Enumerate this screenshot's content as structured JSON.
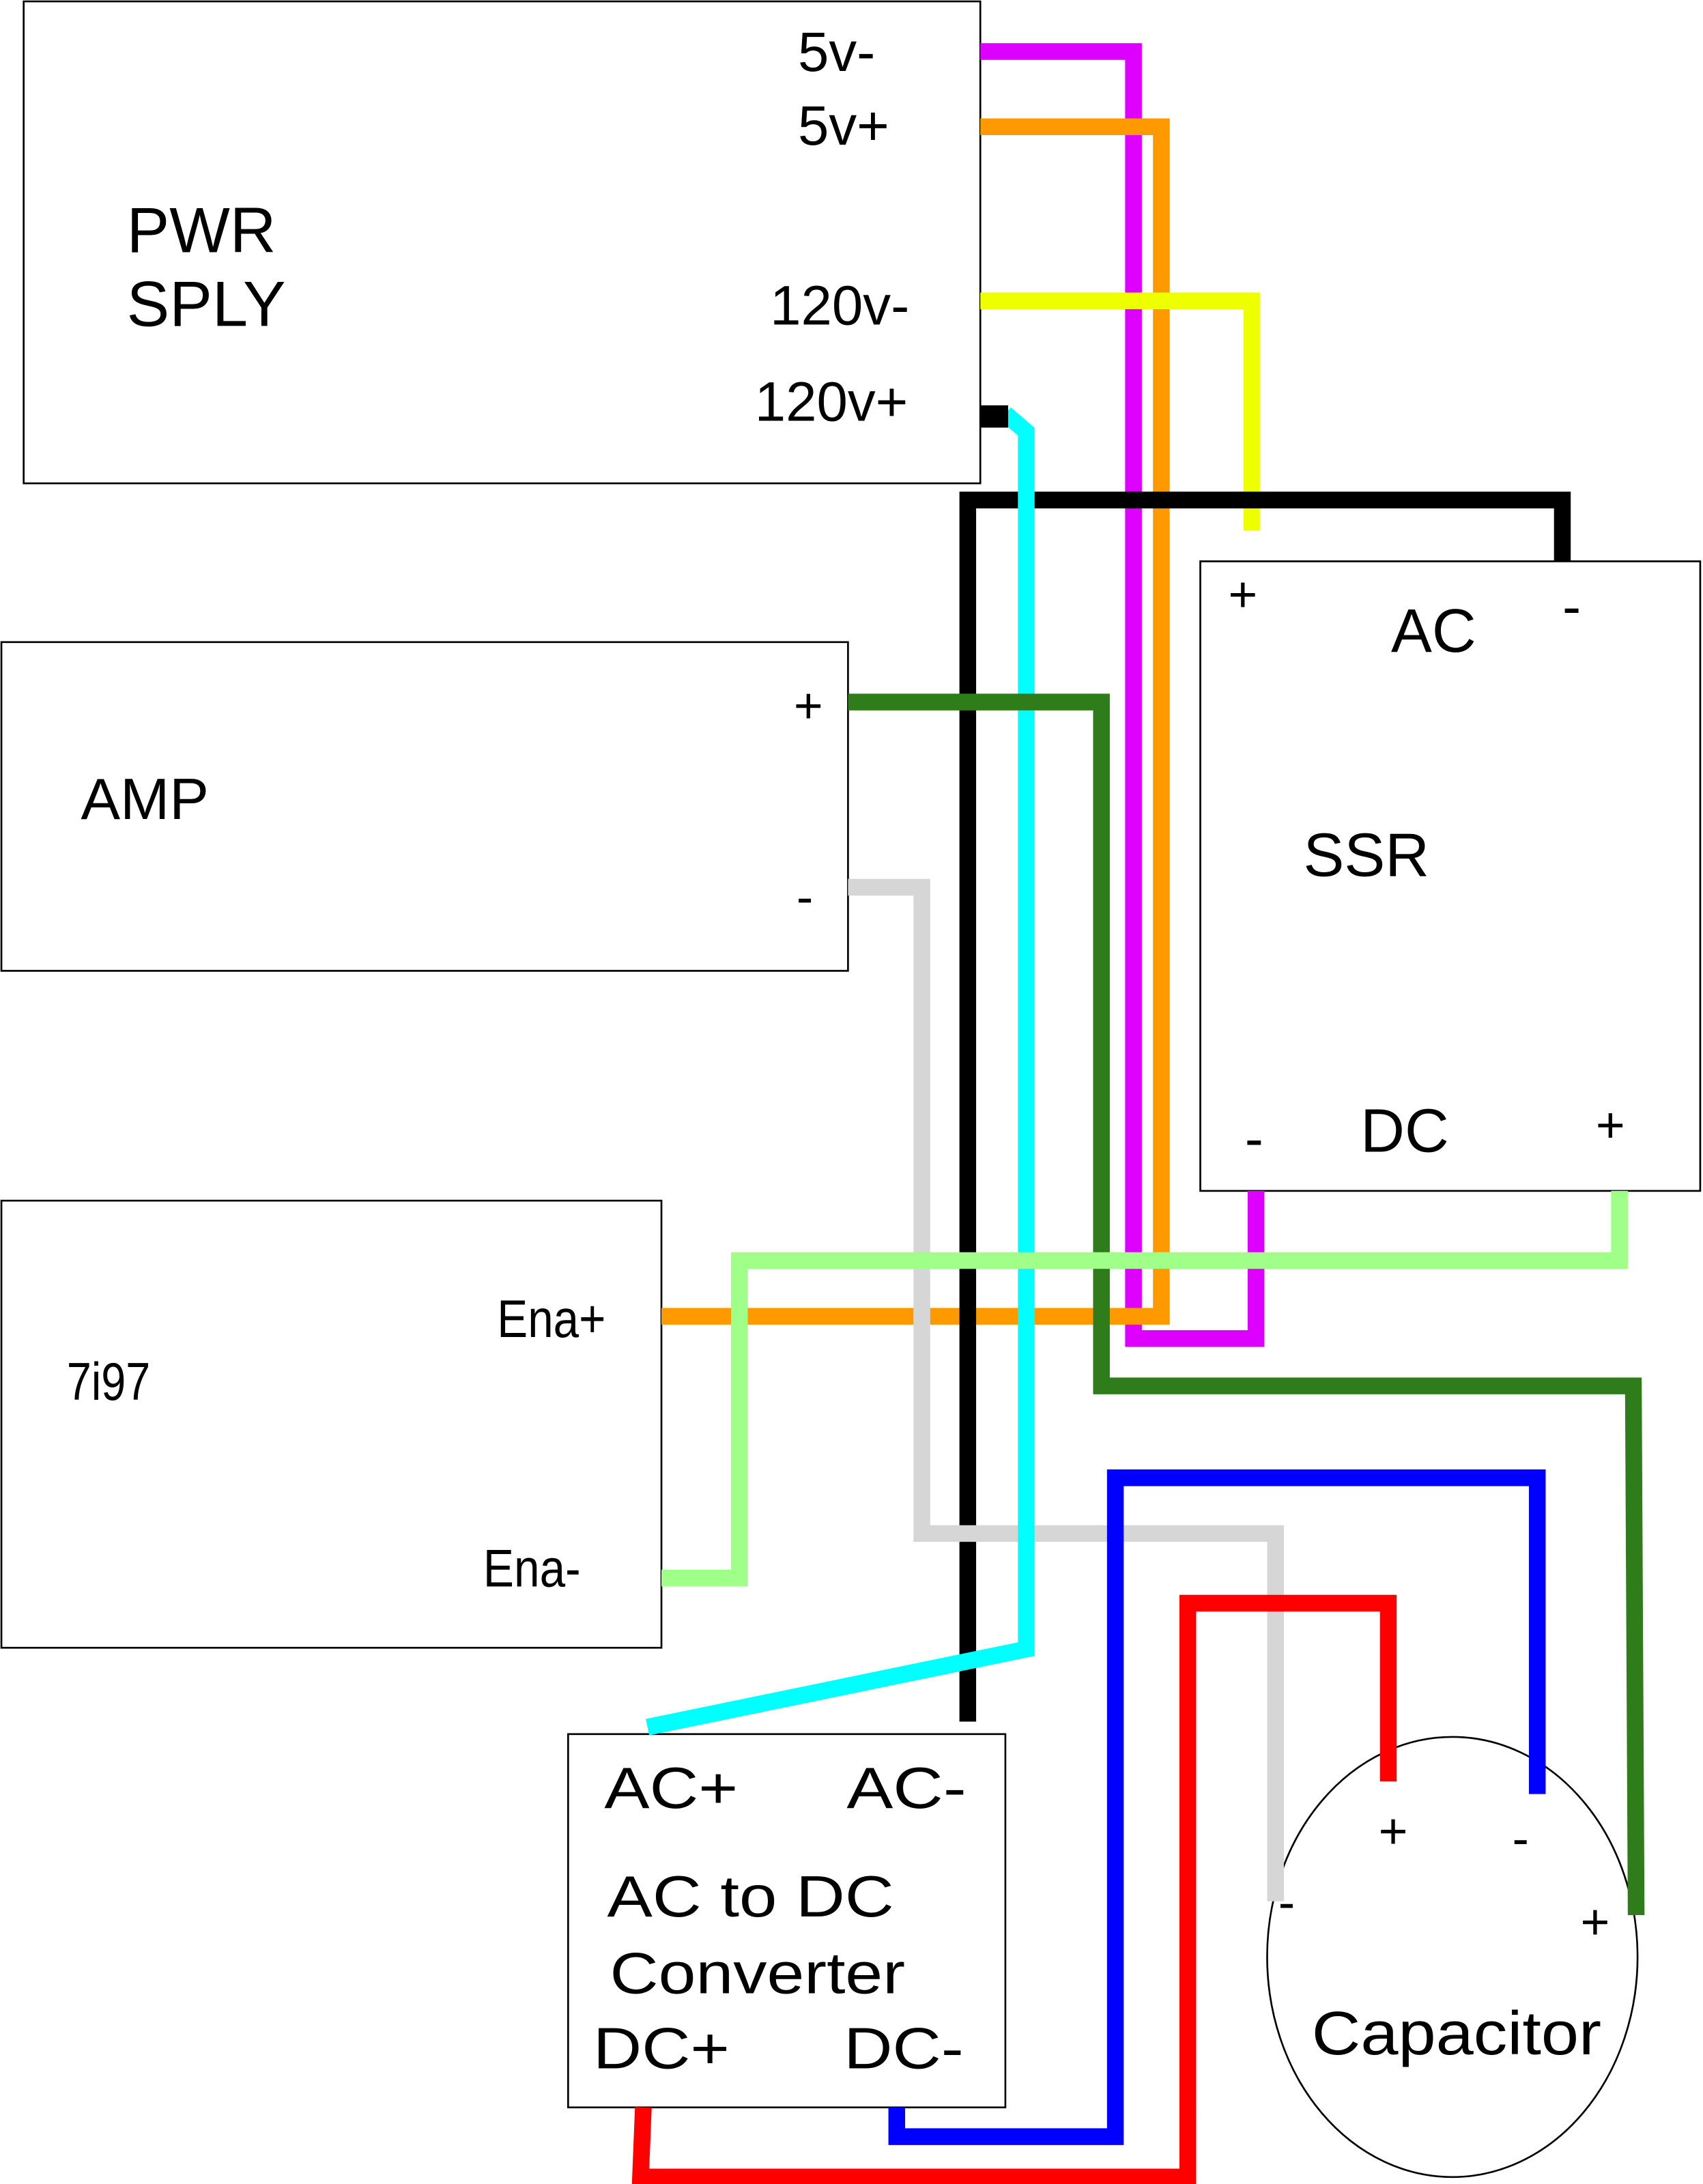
{
  "diagram": {
    "components": {
      "power_supply": {
        "title_line1": "PWR",
        "title_line2": "SPLY",
        "terminals": [
          "5v-",
          "5v+",
          "120v-",
          "120v+"
        ]
      },
      "amp": {
        "title": "AMP",
        "terminals": [
          "+",
          "-"
        ]
      },
      "controller": {
        "title": "7i97",
        "terminals": [
          "Ena+",
          "Ena-"
        ]
      },
      "ssr": {
        "title": "SSR",
        "ac_label": "AC",
        "dc_label": "DC",
        "ac_plus": "+",
        "ac_minus": "-",
        "dc_minus": "-",
        "dc_plus": "+"
      },
      "converter": {
        "title_line1": "AC to DC",
        "title_line2": "Converter",
        "terminals": [
          "AC+",
          "AC-",
          "DC+",
          "DC-"
        ]
      },
      "capacitor": {
        "title": "Capacitor",
        "terminals": [
          "+",
          "-",
          "-",
          "+"
        ]
      }
    },
    "wires": [
      {
        "name": "5v-neg",
        "color": "#dd00ff",
        "from": "PWR SPLY 5v-",
        "to": "SSR DC -"
      },
      {
        "name": "5v-pos",
        "color": "#ff9900",
        "from": "PWR SPLY 5v+",
        "to": "7i97 Ena+"
      },
      {
        "name": "120v-neg",
        "color": "#eeff00",
        "from": "PWR SPLY 120v-",
        "to": "SSR AC +"
      },
      {
        "name": "120v-pos",
        "color": "#00ffff",
        "from": "PWR SPLY 120v+",
        "to": "Converter AC+"
      },
      {
        "name": "ssr-ac-neg",
        "color": "#000000",
        "from": "SSR AC -",
        "to": "Converter AC-"
      },
      {
        "name": "amp-pos",
        "color": "#2e7d1a",
        "from": "AMP +",
        "to": "Capacitor +"
      },
      {
        "name": "amp-neg",
        "color": "#d6d6d6",
        "from": "AMP -",
        "to": "Capacitor -"
      },
      {
        "name": "ssr-dc-pos",
        "color": "#a0ff88",
        "from": "SSR DC +",
        "to": "7i97 Ena-"
      },
      {
        "name": "dc-neg",
        "color": "#0000ff",
        "from": "Converter DC-",
        "to": "Capacitor -"
      },
      {
        "name": "dc-pos",
        "color": "#ff0000",
        "from": "Converter DC+",
        "to": "Capacitor +"
      }
    ]
  }
}
